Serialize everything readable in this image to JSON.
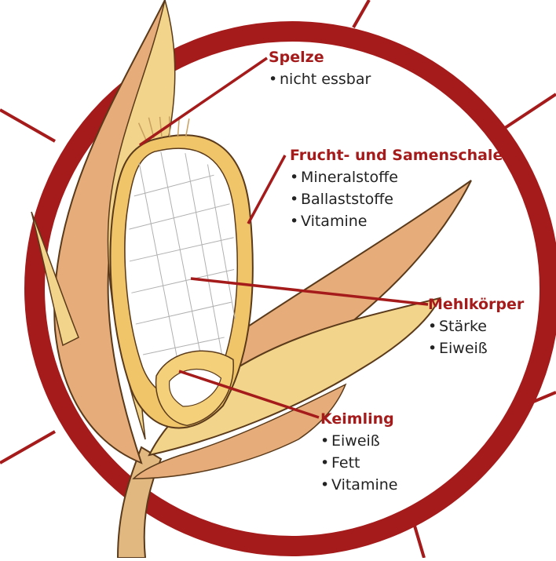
{
  "colors": {
    "accent": "#a51b1b",
    "husk_fill": "#e2a97a",
    "husk_light": "#f2d48a",
    "outline": "#5a3a1a",
    "endosperm": "#ffffff"
  },
  "labels": [
    {
      "id": "spelze",
      "title": "Spelze",
      "items": [
        "nicht essbar"
      ]
    },
    {
      "id": "schale",
      "title": "Frucht- und Samenschale",
      "items": [
        "Mineralstoffe",
        "Ballaststoffe",
        "Vitamine"
      ]
    },
    {
      "id": "mehl",
      "title": "Mehlkörper",
      "items": [
        "Stärke",
        "Eiweiß"
      ]
    },
    {
      "id": "keim",
      "title": "Keimling",
      "items": [
        "Eiweiß",
        "Fett",
        "Vitamine"
      ]
    }
  ]
}
